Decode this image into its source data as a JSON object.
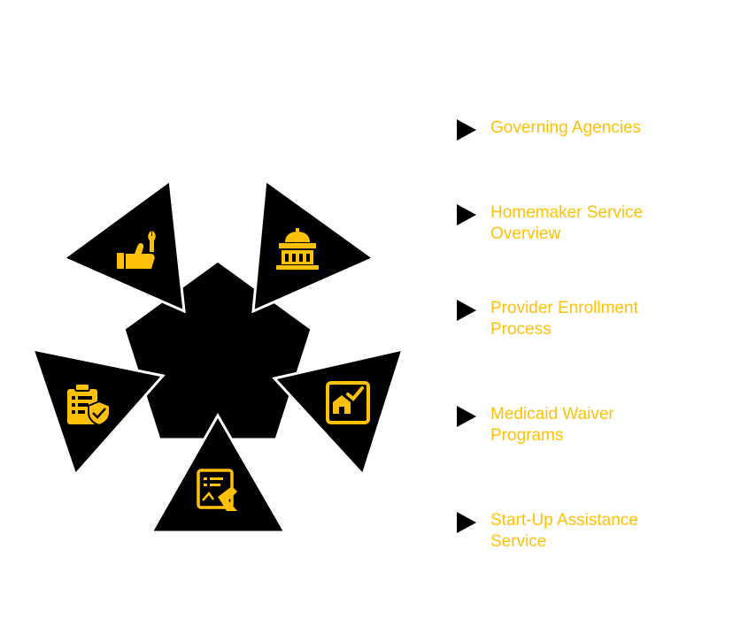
{
  "colors": {
    "shape_fill": "#000000",
    "shape_stroke": "#ffffff",
    "icon": "#FFC107",
    "label": "#FFC107",
    "bullet": "#000000"
  },
  "diagram": {
    "center": "pentagon",
    "petals": [
      {
        "icon": "thumbs-up-wrench-icon"
      },
      {
        "icon": "government-building-icon"
      },
      {
        "icon": "home-checklist-icon"
      },
      {
        "icon": "document-sign-icon"
      },
      {
        "icon": "clipboard-shield-icon"
      }
    ]
  },
  "items": [
    {
      "label": "Governing Agencies"
    },
    {
      "label": "Homemaker Service Overview"
    },
    {
      "label": "Provider Enrollment Process"
    },
    {
      "label": "Medicaid Waiver Programs"
    },
    {
      "label": "Start-Up Assistance Service"
    }
  ]
}
